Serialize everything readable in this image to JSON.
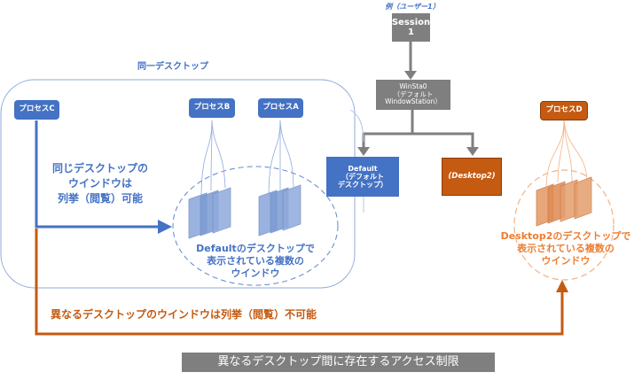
{
  "colors": {
    "blue": "#4472c4",
    "orange": "#c55a11",
    "gray": "#7f7f7f",
    "light_blue": "#8faadc",
    "light_orange": "#f4b183"
  },
  "session": {
    "example_label": "例（ユーザー1）",
    "box_line1": "Session",
    "box_line2": "1"
  },
  "winsta": {
    "line1": "WinSta0",
    "line2": "（デフォルト",
    "line3": "WindowStation）"
  },
  "desktops": {
    "default_line1": "Default",
    "default_line2": "（デフォルト",
    "default_line3": "デスクトップ）",
    "desktop2": "(Desktop2)"
  },
  "same_desktop": {
    "title": "同一デスクトップ",
    "process_c": "プロセスC",
    "process_b": "プロセスB",
    "process_a": "プロセスA",
    "access_line1": "同じデスクトップの",
    "access_line2": "ウインドウは",
    "access_line3": "列挙（閲覧）可能",
    "windows_line1": "Defaultのデスクトップで",
    "windows_line2": "表示されている複数の",
    "windows_line3": "ウインドウ"
  },
  "other_desktop": {
    "process_d": "プロセスD",
    "windows_line1": "Desktop2のデスクトップで",
    "windows_line2": "表示されている複数の",
    "windows_line3": "ウインドウ",
    "denied_text": "異なるデスクトップのウインドウは列挙（閲覧）不可能"
  },
  "caption": "異なるデスクトップ間に存在するアクセス制限"
}
